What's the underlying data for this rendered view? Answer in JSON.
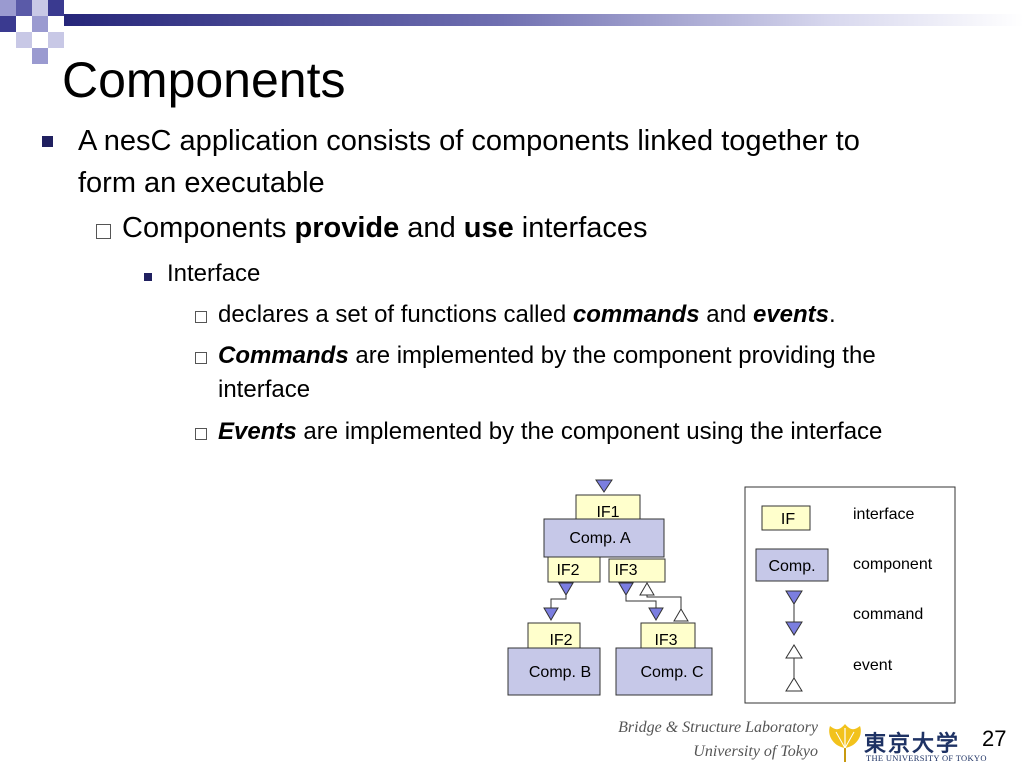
{
  "slide": {
    "title": "Components",
    "page_number": "27",
    "accent_color": "#26267a",
    "diagram_fill": "#c6c8e8",
    "interface_fill": "#ffffcc"
  },
  "bullets": {
    "b1_line1": "A nesC application consists of components linked together to",
    "b1_line2": "form an executable",
    "b2": {
      "pre": "Components ",
      "bold1": "provide",
      "mid": " and ",
      "bold2": "use",
      "post": " interfaces"
    },
    "b3": "Interface",
    "b4a": {
      "pre": "declares a set of functions called ",
      "em1": "commands",
      "mid": " and ",
      "em2": "events",
      "post": "."
    },
    "b4b": {
      "em": "Commands",
      "line1": " are implemented by the component providing the",
      "line2": "interface"
    },
    "b4c": {
      "em": "Events",
      "post": " are implemented by the component using the interface"
    }
  },
  "diagram": {
    "if1": "IF1",
    "comp_a": "Comp. A",
    "if2_top": "IF2",
    "if3_top": "IF3",
    "if2_bottom": "IF2",
    "if3_bottom": "IF3",
    "comp_b": "Comp. B",
    "comp_c": "Comp. C"
  },
  "legend": {
    "if_box": "IF",
    "comp_box": "Comp.",
    "interface": "interface",
    "component": "component",
    "command": "command",
    "event": "event"
  },
  "footer": {
    "line1": "Bridge & Structure Laboratory",
    "line2": "University of Tokyo",
    "logo_text": "東京大学",
    "logo_sub": "THE UNIVERSITY OF TOKYO"
  }
}
